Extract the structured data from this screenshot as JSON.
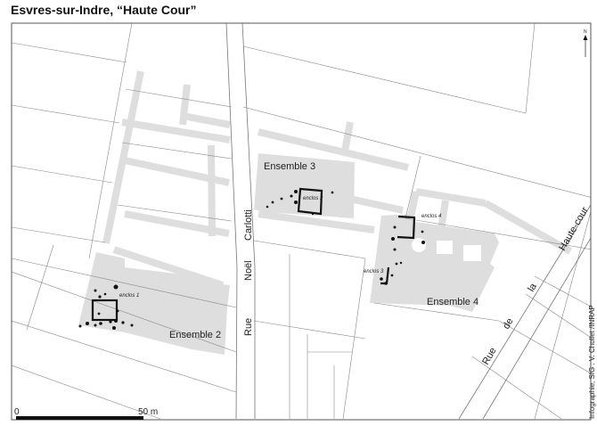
{
  "title": "Esvres-sur-Indre, “Haute Cour”",
  "north_label": "N",
  "streets": {
    "carlotti": [
      "Rue",
      "Noël",
      "Carlotti"
    ],
    "haute_cour": [
      "Rue",
      "de",
      "la",
      "Haute-cour"
    ]
  },
  "ensembles": [
    "Ensemble 2",
    "Ensemble 3",
    "Ensemble 4"
  ],
  "enclos": [
    "enclos 1",
    "enclos 2",
    "enclos 3",
    "enclos 4"
  ],
  "scale": {
    "start": "0",
    "end": "50 m"
  },
  "credit": "Infographie, SIG : V. Chollet /INRAP",
  "colors": {
    "excavation": "#dedede",
    "lines": "#777777",
    "features": "#111111"
  }
}
